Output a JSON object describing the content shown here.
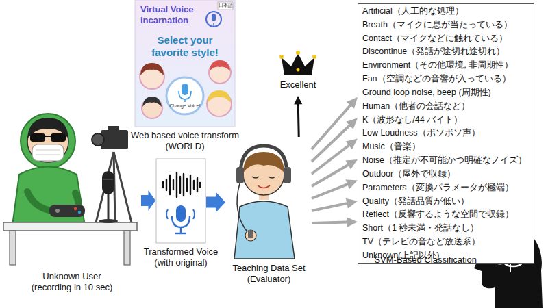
{
  "diagram": {
    "nodes": [
      {
        "text": [
          "Unknown User (recording in 10 sec)"
        ]
      },
      {
        "text": [
          "Virtual Voice Incarnation",
          "Select your favorite style!",
          "Change Voice!",
          "日本語",
          "Web based voice transform (WORLD)"
        ]
      },
      {
        "text": [
          "Transformed Voice (with original)"
        ]
      },
      {
        "text": [
          "Teaching Data Set (Evaluator)"
        ]
      },
      {
        "text": [
          "Excellent"
        ]
      },
      {
        "text": [
          "Artificial（人工的な処理）",
          "Breath（マイクに息が当たっている）",
          "Contact（マイクなどに触れている）",
          "Discontinue（発話が途切れ途切れ）",
          "Environment（その他環境, 非周期性）",
          "Fan（空調などの音響が入っている）",
          "Ground loop noise, beep (周期性)",
          "Human（他者の会話など）",
          "K（波形なし/44 バイト）",
          "Low Loudness（ボソボソ声）",
          "Music（音楽）",
          "Noise（推定が不可能かつ明確なノイズ）",
          "Outdoor（屋外で収録）",
          "Parameters（変換パラメータが極端）",
          "Quality（発話品質が低い）",
          "Reflect（反響するような空間で収録）",
          "Short（1 秒未満・発話なし）",
          "TV（テレビの音など放送系）",
          "Unknown(上記以外)"
        ]
      },
      {
        "text": [
          "SVM-Based Classification"
        ]
      }
    ],
    "edges": [
      {
        "from": 0,
        "to": 2,
        "arrow": "to"
      },
      {
        "from": 2,
        "to": 3,
        "arrow": "to"
      },
      {
        "from": 3,
        "to": 4,
        "arrow": "to"
      },
      {
        "from": 3,
        "to": 5,
        "arrow": "to"
      },
      {
        "from": 3,
        "to": 5,
        "arrow": "to"
      },
      {
        "from": 3,
        "to": 5,
        "arrow": "to"
      },
      {
        "from": 3,
        "to": 5,
        "arrow": "to"
      },
      {
        "from": 3,
        "to": 5,
        "arrow": "to"
      },
      {
        "from": 3,
        "to": 5,
        "arrow": "to"
      },
      {
        "from": 3,
        "to": 5,
        "arrow": "to"
      }
    ]
  }
}
